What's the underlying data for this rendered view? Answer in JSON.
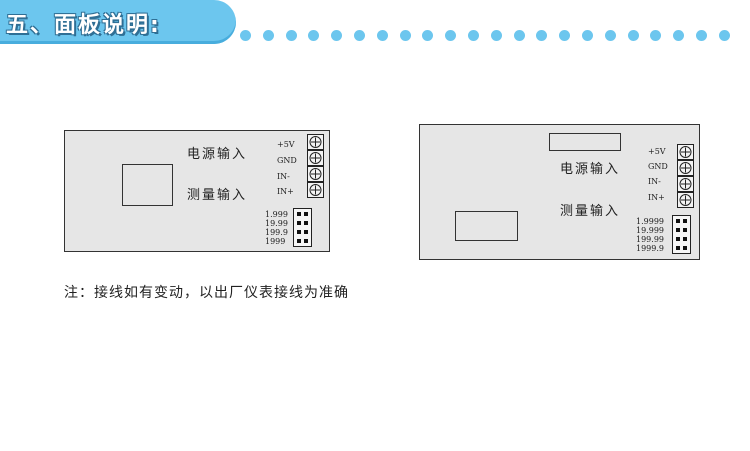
{
  "header": {
    "title": "五、面板说明:",
    "accent_color": "#6cc6ee"
  },
  "left_panel": {
    "power_input_label": "电源输入",
    "measure_input_label": "测量输入",
    "terminals": [
      "+5V",
      "GND",
      "IN-",
      "IN+"
    ],
    "ranges": [
      "1.999",
      "19.99",
      "199.9",
      "1999"
    ]
  },
  "right_panel": {
    "power_input_label": "电源输入",
    "measure_input_label": "测量输入",
    "terminals": [
      "+5V",
      "GND",
      "IN-",
      "IN+"
    ],
    "ranges": [
      "1.9999",
      "19.999",
      "199.99",
      "1999.9"
    ]
  },
  "note": "注：接线如有变动，以出厂仪表接线为准确",
  "icons": {
    "terminal_screw": "terminal-screw-icon"
  }
}
